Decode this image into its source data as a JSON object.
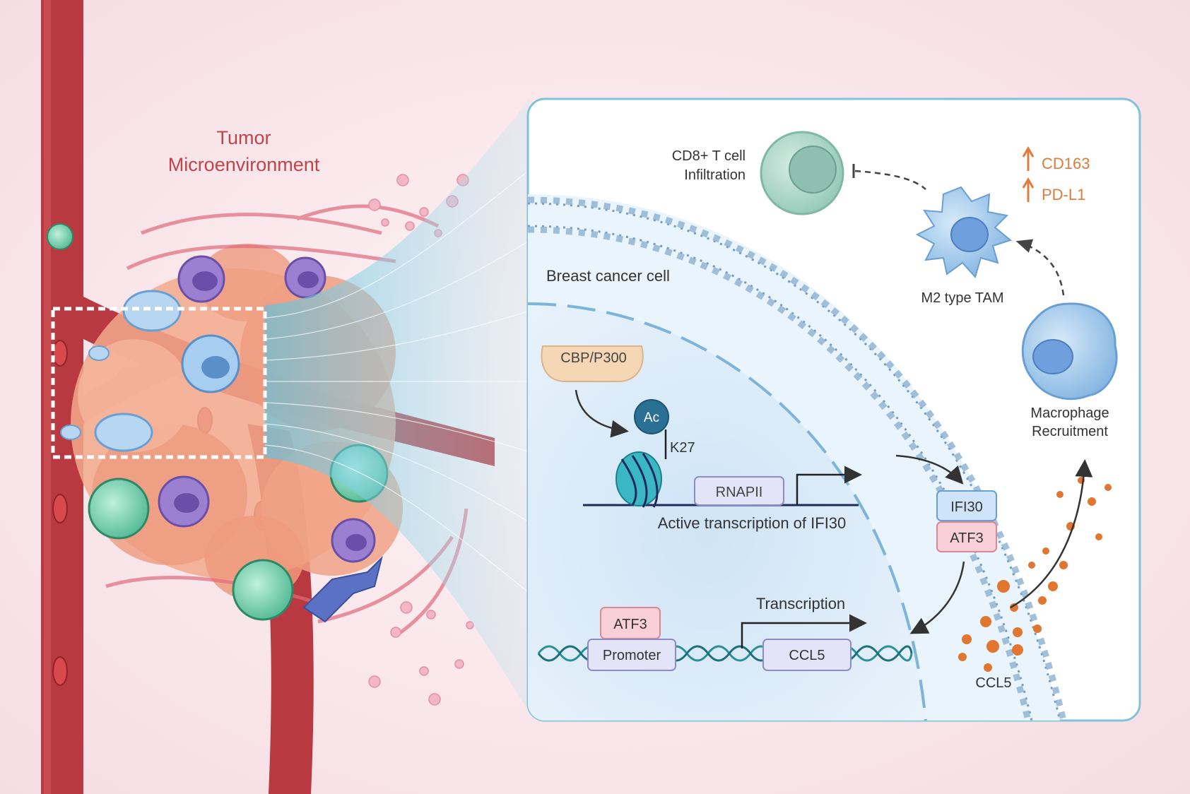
{
  "left_panel": {
    "title_line1": "Tumor",
    "title_line2": "Microenvironment"
  },
  "zoom_panel": {
    "cell_label": "Breast cancer cell",
    "tcell_label_line1": "CD8+ T cell",
    "tcell_label_line2": "Infiltration",
    "tam_label": "M2 type TAM",
    "marker1": "CD163",
    "marker2": "PD-L1",
    "macrophage_label_line1": "Macrophage",
    "macrophage_label_line2": "Recruitment",
    "cbp_label": "CBP/P300",
    "ac_label": "Ac",
    "k27_label": "K27",
    "rnapii_label": "RNAPII",
    "active_tx_label": "Active transcription of IFI30",
    "ifi30_label": "IFI30",
    "atf3_complex_label": "ATF3",
    "atf3_label": "ATF3",
    "promoter_label": "Promoter",
    "transcription_label": "Transcription",
    "ccl5_gene_label": "CCL5",
    "ccl5_secreted_label": "CCL5"
  },
  "colors": {
    "vessel": "#b8393f",
    "title": "#c0454a",
    "panel_border": "#7fc3d8",
    "marker": "#e07b3c",
    "ac": "#2a6f94",
    "nucleosome": "#3bb7c4",
    "ccl5_dots": "#e0762f"
  }
}
